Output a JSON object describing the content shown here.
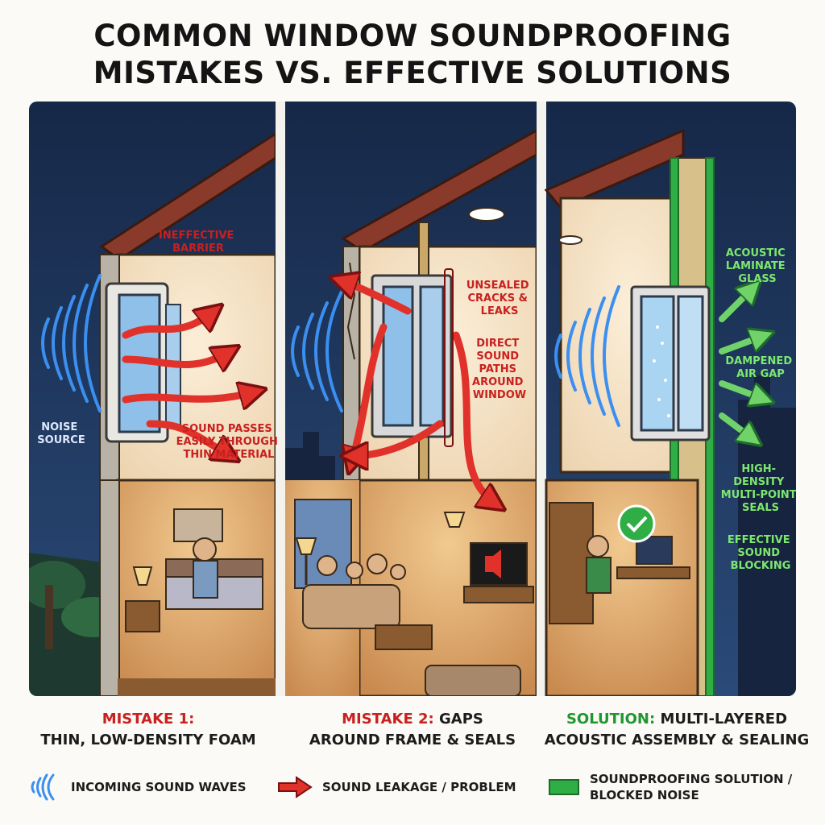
{
  "title_line1": "COMMON WINDOW SOUNDPROOFING",
  "title_line2": "MISTAKES VS. EFFECTIVE SOLUTIONS",
  "panels": [
    {
      "caption_prefix": "MISTAKE 1:",
      "caption_rest": "THIN, LOW-DENSITY FOAM",
      "labels": {
        "barrier_1": "INEFFECTIVE",
        "barrier_2": "BARRIER",
        "noise_1": "NOISE",
        "noise_2": "SOURCE",
        "passes_1": "SOUND PASSES",
        "passes_2": "EASILY THROUGH",
        "passes_3": "THIN MATERIAL"
      }
    },
    {
      "caption_prefix": "MISTAKE 2:",
      "caption_rest_1": "GAPS",
      "caption_rest_2": "AROUND FRAME & SEALS",
      "labels": {
        "cracks_1": "UNSEALED",
        "cracks_2": "CRACKS &",
        "cracks_3": "LEAKS",
        "direct_1": "DIRECT",
        "direct_2": "SOUND",
        "direct_3": "PATHS",
        "direct_4": "AROUND",
        "direct_5": "WINDOW"
      }
    },
    {
      "caption_prefix": "SOLUTION:",
      "caption_rest_1": "MULTI-LAYERED",
      "caption_rest_2": "ACOUSTIC ASSEMBLY & SEALING",
      "labels": {
        "glass_1": "ACOUSTIC",
        "glass_2": "LAMINATE",
        "glass_3": "GLASS",
        "gap_1": "DAMPENED",
        "gap_2": "AIR GAP",
        "seals_1": "HIGH-",
        "seals_2": "DENSITY",
        "seals_3": "MULTI-POINT",
        "seals_4": "SEALS",
        "block_1": "EFFECTIVE",
        "block_2": "SOUND",
        "block_3": "BLOCKING"
      }
    }
  ],
  "legend": [
    {
      "icon": "sound-waves-icon",
      "label": "INCOMING SOUND WAVES"
    },
    {
      "icon": "red-arrow-icon",
      "label": "SOUND LEAKAGE / PROBLEM"
    },
    {
      "icon": "green-square-icon",
      "label_1": "SOUNDPROOFING SOLUTION /",
      "label_2": "BLOCKED NOISE"
    }
  ],
  "colors": {
    "night_sky": "#1d3158",
    "room_wall": "#f6e4c8",
    "problem_red": "#e0322b",
    "solution_green": "#2fae45",
    "wave_blue": "#3b8ff0"
  }
}
